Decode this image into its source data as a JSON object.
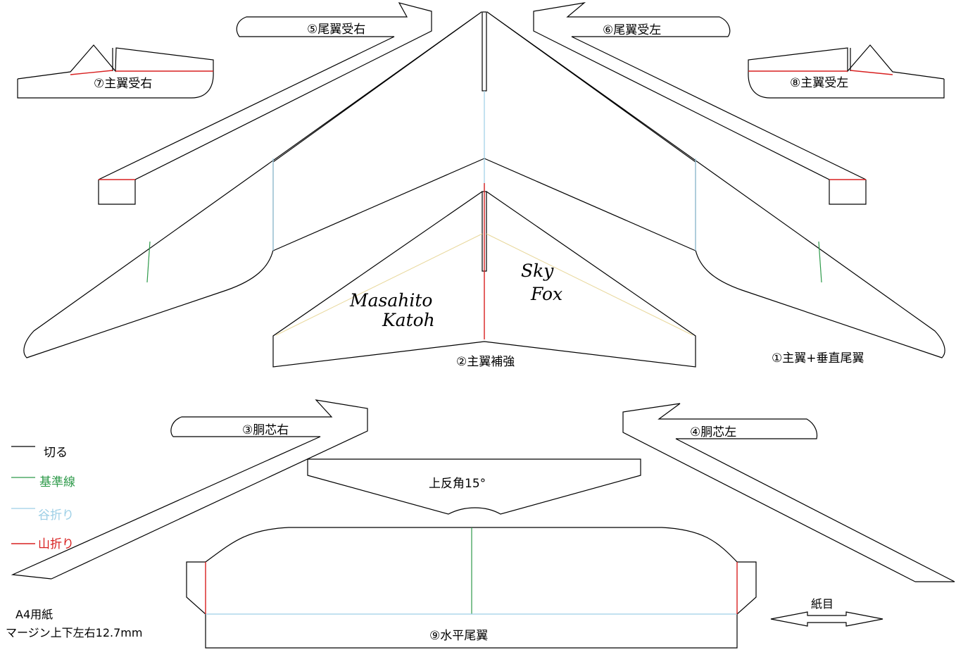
{
  "labels": {
    "main_wing_vertical": "①主翼+垂直尾翼",
    "main_wing_reinforce": "②主翼補強",
    "body_core_right": "③胴芯右",
    "body_core_left": "④胴芯左",
    "tail_mount_right": "⑤尾翼受右",
    "tail_mount_left": "⑥尾翼受左",
    "wing_mount_right": "⑦主翼受右",
    "wing_mount_left": "⑧主翼受左",
    "horizontal_tail": "⑨水平尾翼",
    "dihedral": "上反角15°"
  },
  "signature": {
    "author_first": "Masahito",
    "author_last": "Katoh",
    "model_line1": "Sky",
    "model_line2": "Fox"
  },
  "legend": {
    "cut": "切る",
    "reference": "基準線",
    "valley": "谷折り",
    "mountain": "山折り"
  },
  "colors": {
    "cut": "#000000",
    "reference": "#2e9a4a",
    "valley": "#9dcfe6",
    "mountain": "#d82020",
    "guide": "#e8d79a"
  },
  "paper": {
    "size": "A4用紙",
    "margin": "マージン上下左右12.7mm",
    "grain": "紙目"
  }
}
